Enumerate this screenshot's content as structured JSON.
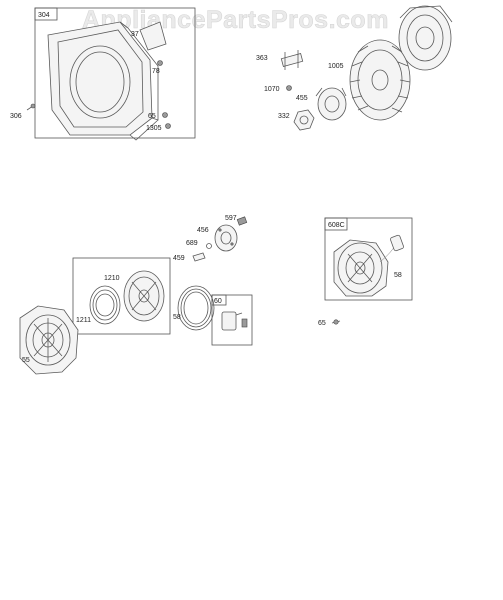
{
  "watermark": {
    "text": "AppliancePartsPros.com"
  },
  "callouts": {
    "c304": "304",
    "c37": "37",
    "c78": "78",
    "c306": "306",
    "c65_top": "65",
    "c1305": "1305",
    "c363": "363",
    "c1005": "1005",
    "c1070": "1070",
    "c455": "455",
    "c332": "332",
    "c597": "597",
    "c456": "456",
    "c689": "689",
    "c459": "459",
    "c1210": "1210",
    "c1211": "1211",
    "c58_left": "58",
    "c60": "60",
    "c55": "55",
    "c608C": "608C",
    "c58_right": "58",
    "c65_bottom": "65"
  }
}
